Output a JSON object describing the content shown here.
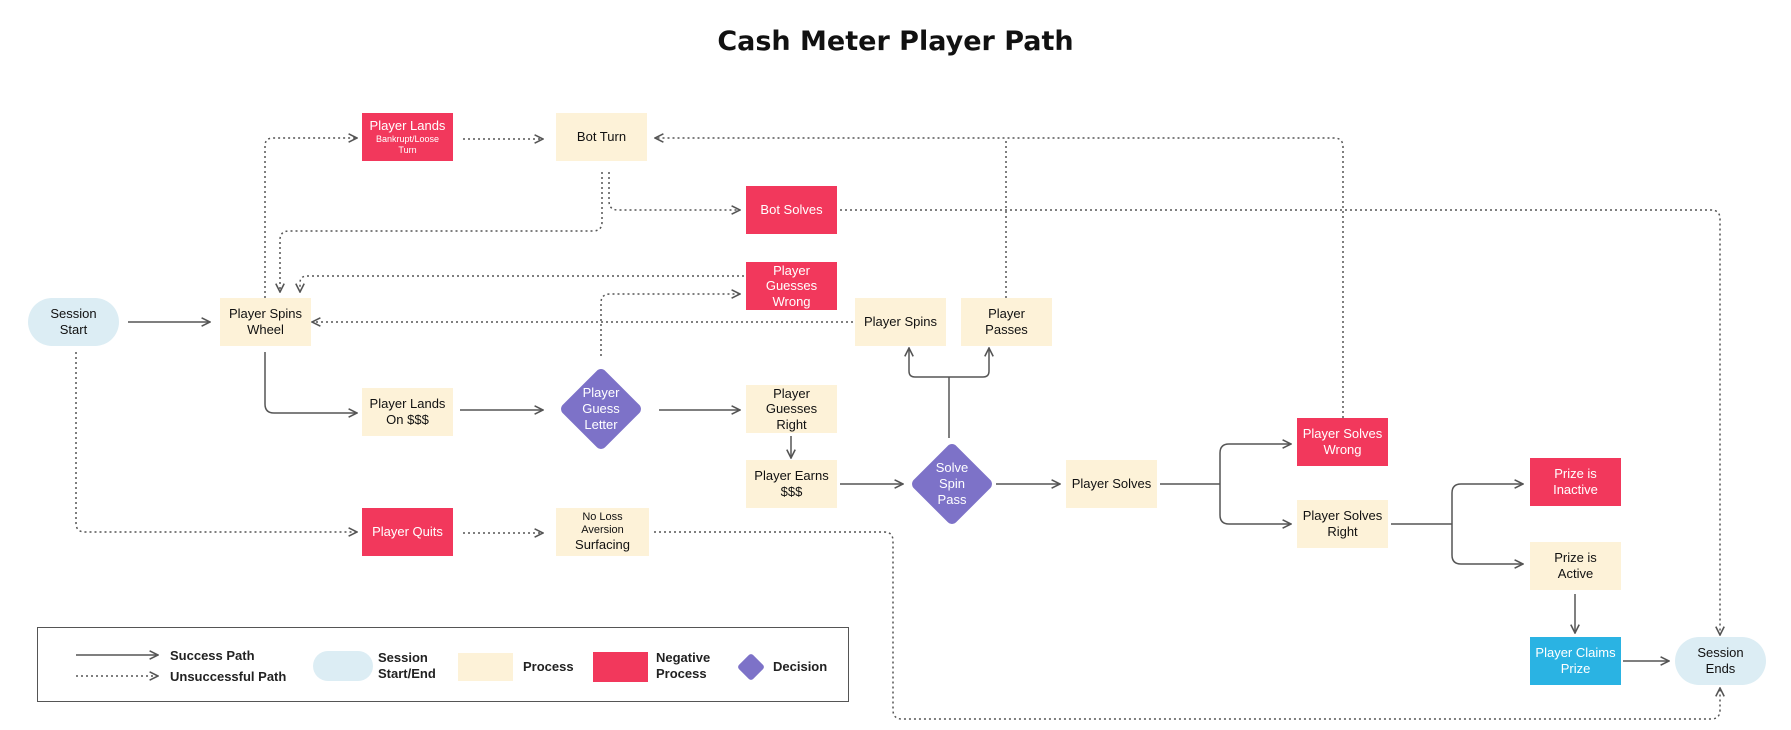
{
  "title": "Cash Meter Player Path",
  "colors": {
    "process": "#fdf2d8",
    "negative": "#f2385c",
    "terminal": "#dcedf4",
    "decision": "#7d72c8",
    "prize": "#2ab3e3",
    "line": "#555555"
  },
  "nodes": {
    "session_start": "Session\nStart",
    "player_spins_wheel": "Player Spins\nWheel",
    "player_lands_bankrupt": "Player Lands",
    "player_lands_bankrupt_sub": "Bankrupt/Loose Turn",
    "bot_turn": "Bot Turn",
    "bot_solves": "Bot Solves",
    "player_guesses_wrong": "Player Guesses\nWrong",
    "player_spins": "Player Spins",
    "player_passes": "Player Passes",
    "player_lands_on": "Player Lands\nOn $$$",
    "player_guess_letter": "Player\nGuess\nLetter",
    "player_guesses_right": "Player Guesses\nRight",
    "player_earns": "Player Earns\n$$$",
    "solve_spin_pass": "Solve\nSpin\nPass",
    "player_solves": "Player Solves",
    "player_solves_wrong": "Player Solves\nWrong",
    "player_solves_right": "Player Solves\nRight",
    "prize_inactive": "Prize is\nInactive",
    "prize_active": "Prize is\nActive",
    "player_claims_prize": "Player Claims\nPrize",
    "session_ends": "Session\nEnds",
    "player_quits": "Player Quits",
    "no_loss_aversion": "No Loss Aversion",
    "no_loss_aversion_main": "Surfacing"
  },
  "legend": {
    "success_path": "Success Path",
    "unsuccessful_path": "Unsuccessful Path",
    "session_start_end": "Session\nStart/End",
    "process": "Process",
    "negative_process": "Negative\nProcess",
    "decision": "Decision"
  }
}
